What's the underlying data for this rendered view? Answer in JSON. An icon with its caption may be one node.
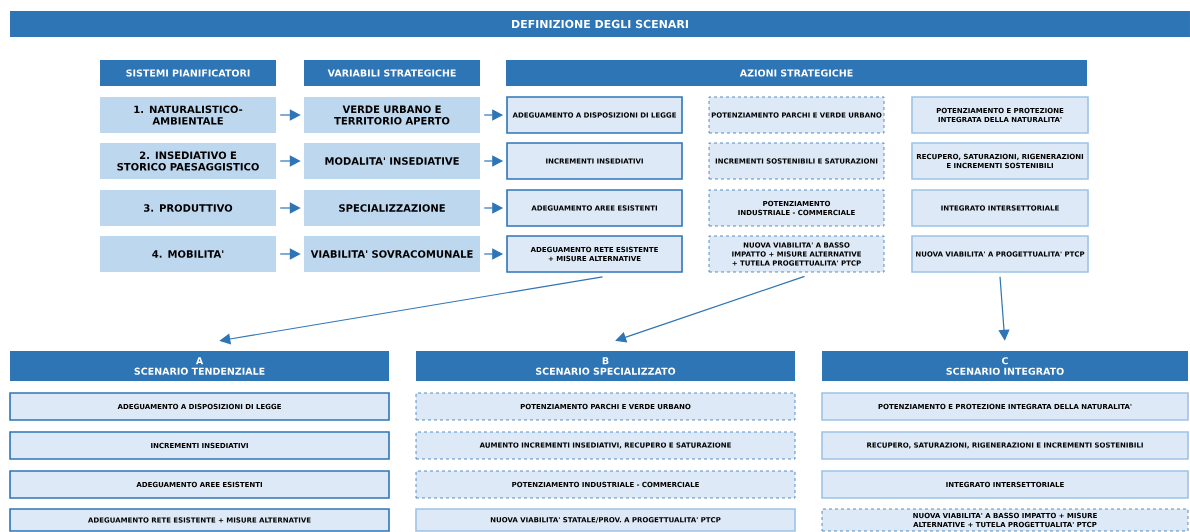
{
  "diagram": {
    "title": "DEFINIZIONE DEGLI SCENARI",
    "nodes": [
      {
        "text": [
          "SISTEMI PIANIFICATORI"
        ]
      },
      {
        "text": [
          "VARIABILI STRATEGICHE"
        ]
      },
      {
        "text": [
          "AZIONI STRATEGICHE"
        ]
      },
      {
        "text": [
          "1. NATURALISTICO-AMBIENTALE"
        ]
      },
      {
        "text": [
          "VERDE URBANO E TERRITORIO APERTO"
        ]
      },
      {
        "text": [
          "ADEGUAMENTO A DISPOSIZIONI DI LEGGE"
        ]
      },
      {
        "text": [
          "POTENZIAMENTO PARCHI E VERDE URBANO"
        ]
      },
      {
        "text": [
          "POTENZIAMENTO E PROTEZIONE INTEGRATA DELLA NATURALITA'"
        ]
      },
      {
        "text": [
          "2. INSEDIATIVO E STORICO PAESAGGISTICO"
        ]
      },
      {
        "text": [
          "MODALITA' INSEDIATIVE"
        ]
      },
      {
        "text": [
          "INCREMENTI INSEDIATIVI"
        ]
      },
      {
        "text": [
          "INCREMENTI SOSTENIBILI E SATURAZIONI"
        ]
      },
      {
        "text": [
          "RECUPERO, SATURAZIONI, RIGENERAZIONI E INCREMENTI SOSTENIBILI"
        ]
      },
      {
        "text": [
          "3. PRODUTTIVO"
        ]
      },
      {
        "text": [
          "SPECIALIZZAZIONE"
        ]
      },
      {
        "text": [
          "ADEGUAMENTO AREE ESISTENTI"
        ]
      },
      {
        "text": [
          "POTENZIAMENTO INDUSTRIALE - COMMERCIALE"
        ]
      },
      {
        "text": [
          "INTEGRATO INTERSETTORIALE"
        ]
      },
      {
        "text": [
          "4. MOBILITA'"
        ]
      },
      {
        "text": [
          "VIABILITA' SOVRACOMUNALE"
        ]
      },
      {
        "text": [
          "ADEGUAMENTO RETE ESISTENTE + MISURE ALTERNATIVE"
        ]
      },
      {
        "text": [
          "NUOVA VIABILITA'  A BASSO IMPATTO + MISURE ALTERNATIVE + TUTELA PROGETTUALITA' PTCP"
        ]
      },
      {
        "text": [
          "NUOVA VIABILITA'  A PROGETTUALITA'  PTCP"
        ]
      },
      {
        "text": [
          "A",
          "SCENARIO TENDENZIALE"
        ]
      },
      {
        "text": [
          "B",
          "SCENARIO SPECIALIZZATO"
        ]
      },
      {
        "text": [
          "C",
          "SCENARIO INTEGRATO"
        ]
      },
      {
        "text": [
          "ADEGUAMENTO A DISPOSIZIONI DI LEGGE"
        ]
      },
      {
        "text": [
          "POTENZIAMENTO PARCHI E VERDE URBANO"
        ]
      },
      {
        "text": [
          "POTENZIAMENTO E PROTEZIONE INTEGRATA DELLA NATURALITA'"
        ]
      },
      {
        "text": [
          "INCREMENTI INSEDIATIVI"
        ]
      },
      {
        "text": [
          "AUMENTO INCREMENTI INSEDIATIVI, RECUPERO E SATURAZIONE"
        ]
      },
      {
        "text": [
          "RECUPERO, SATURAZIONI, RIGENERAZIONI E INCREMENTI SOSTENIBILI"
        ]
      },
      {
        "text": [
          "ADEGUAMENTO AREE ESISTENTI"
        ]
      },
      {
        "text": [
          "POTENZIAMENTO INDUSTRIALE - COMMERCIALE"
        ]
      },
      {
        "text": [
          "INTEGRATO INTERSETTORIALE"
        ]
      },
      {
        "text": [
          "ADEGUAMENTO RETE ESISTENTE + MISURE ALTERNATIVE"
        ]
      },
      {
        "text": [
          "NUOVA VIABILITA' STATALE/PROV. A PROGETTUALITA'  PTCP"
        ]
      },
      {
        "text": [
          "NUOVA VIABILITA' A BASSO IMPATTO + MISURE ALTERNATIVE + TUTELA PROGETTUALITA' PTCP"
        ]
      }
    ],
    "edges": [
      {
        "from": 3,
        "to": 4,
        "arrow": "to"
      },
      {
        "from": 4,
        "to": 5,
        "arrow": "to"
      },
      {
        "from": 8,
        "to": 9,
        "arrow": "to"
      },
      {
        "from": 9,
        "to": 10,
        "arrow": "to"
      },
      {
        "from": 13,
        "to": 14,
        "arrow": "to"
      },
      {
        "from": 14,
        "to": 15,
        "arrow": "to"
      },
      {
        "from": 18,
        "to": 19,
        "arrow": "to"
      },
      {
        "from": 19,
        "to": 20,
        "arrow": "to"
      },
      {
        "from": 20,
        "to": 23,
        "arrow": "to"
      },
      {
        "from": 21,
        "to": 24,
        "arrow": "to"
      },
      {
        "from": 22,
        "to": 25,
        "arrow": "to"
      }
    ]
  }
}
